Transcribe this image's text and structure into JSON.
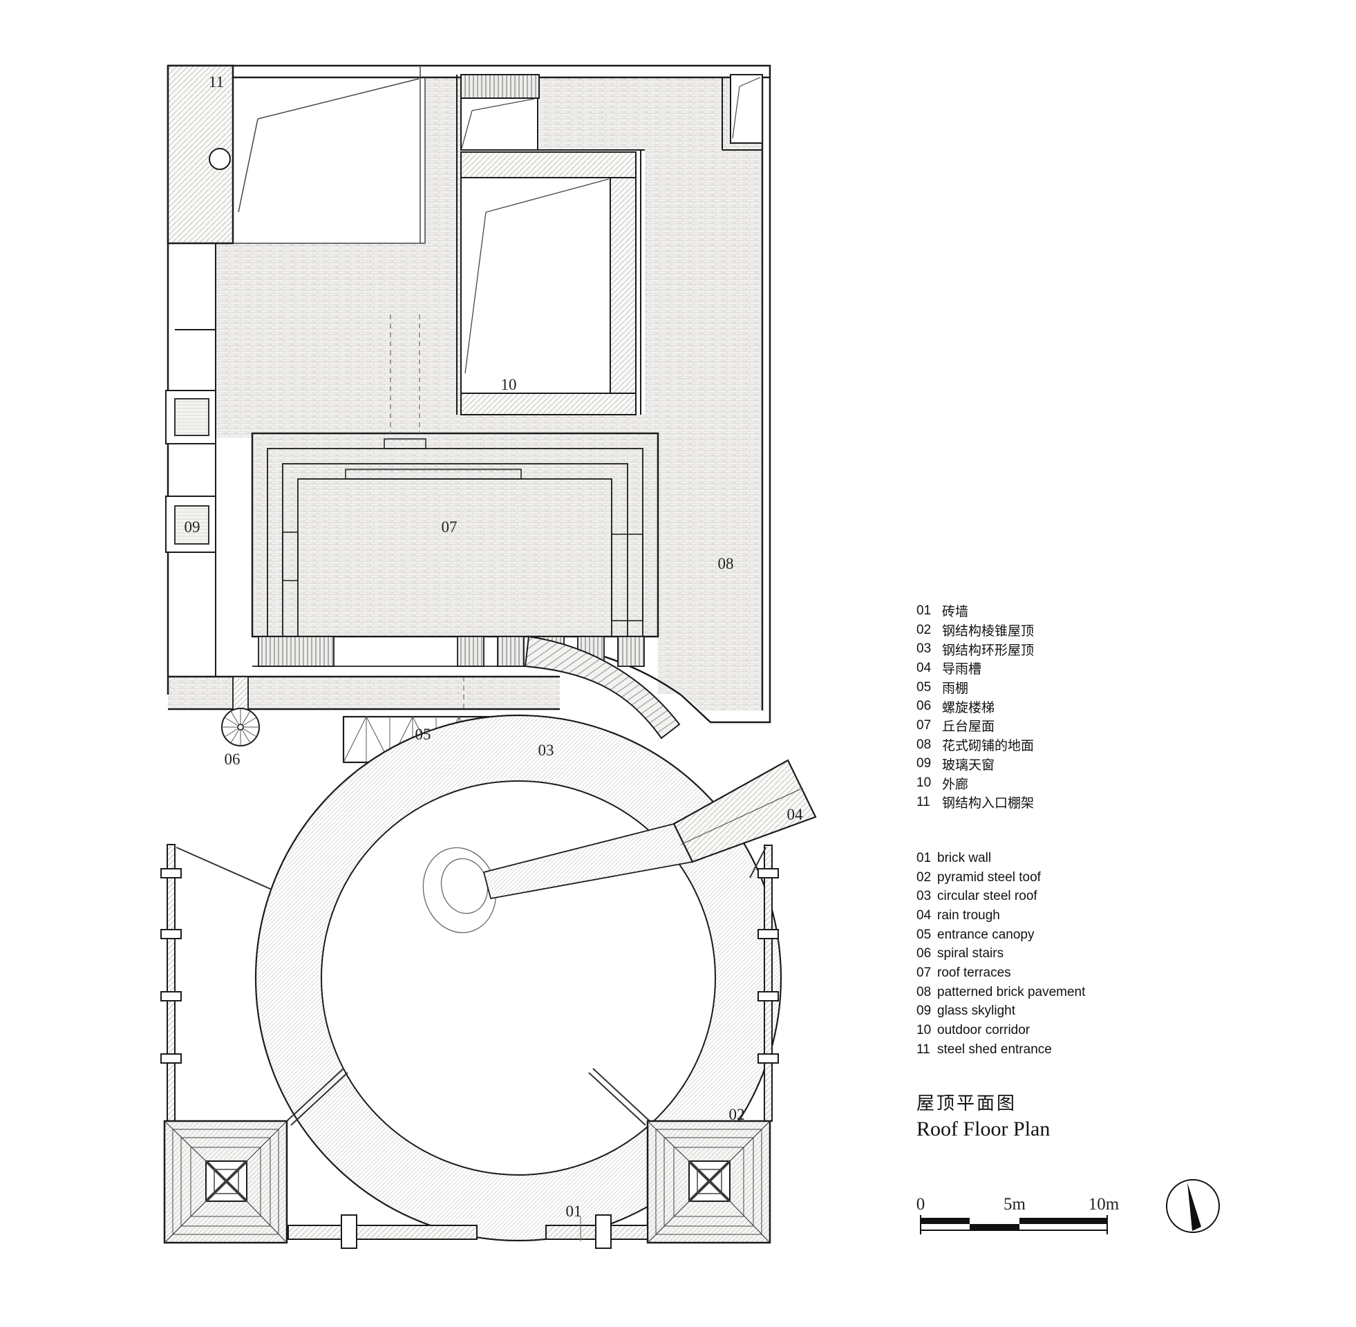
{
  "title": {
    "cn": "屋顶平面图",
    "en": "Roof Floor Plan"
  },
  "legend_cn": {
    "items": [
      {
        "num": "01",
        "label": "砖墙"
      },
      {
        "num": "02",
        "label": "钢结构棱锥屋顶"
      },
      {
        "num": "03",
        "label": "钢结构环形屋顶"
      },
      {
        "num": "04",
        "label": "导雨槽"
      },
      {
        "num": "05",
        "label": "雨棚"
      },
      {
        "num": "06",
        "label": "螺旋楼梯"
      },
      {
        "num": "07",
        "label": "丘台屋面"
      },
      {
        "num": "08",
        "label": "花式砌铺的地面"
      },
      {
        "num": "09",
        "label": "玻璃天窗"
      },
      {
        "num": "10",
        "label": "外廊"
      },
      {
        "num": "11",
        "label": "钢结构入口棚架"
      }
    ]
  },
  "legend_en": {
    "items": [
      {
        "num": "01",
        "label": "brick wall"
      },
      {
        "num": "02",
        "label": "pyramid steel toof"
      },
      {
        "num": "03",
        "label": "circular steel roof"
      },
      {
        "num": "04",
        "label": "rain trough"
      },
      {
        "num": "05",
        "label": "entrance canopy"
      },
      {
        "num": "06",
        "label": "spiral stairs"
      },
      {
        "num": "07",
        "label": "roof terraces"
      },
      {
        "num": "08",
        "label": "patterned brick pavement"
      },
      {
        "num": "09",
        "label": "glass skylight"
      },
      {
        "num": "10",
        "label": "outdoor corridor"
      },
      {
        "num": "11",
        "label": "steel shed entrance"
      }
    ]
  },
  "plan": {
    "labels": [
      {
        "text": "01"
      },
      {
        "text": "02"
      },
      {
        "text": "03"
      },
      {
        "text": "04"
      },
      {
        "text": "05"
      },
      {
        "text": "06"
      },
      {
        "text": "07"
      },
      {
        "text": "08"
      },
      {
        "text": "09"
      },
      {
        "text": "10"
      },
      {
        "text": "11"
      }
    ]
  },
  "scalebar": {
    "t0": "0",
    "t5": "5m",
    "t10": "10m"
  }
}
